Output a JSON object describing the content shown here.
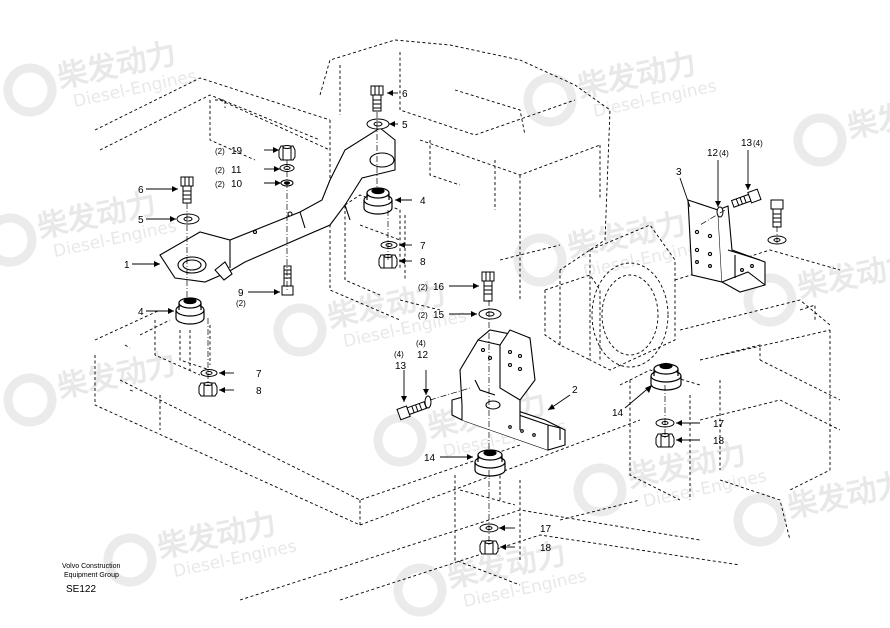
{
  "watermark": {
    "brand_cn": "柴发动力",
    "brand_en": "Diesel-Engines",
    "color": "#e6e6e6"
  },
  "footer": {
    "line1": "Volvo Construction",
    "line2": "Equipment Group",
    "code": "SE122"
  },
  "callouts": [
    {
      "id": "c6a",
      "num": "6",
      "qty": ""
    },
    {
      "id": "c5a",
      "num": "5",
      "qty": ""
    },
    {
      "id": "c19",
      "num": "19",
      "qty": "(2)"
    },
    {
      "id": "c11",
      "num": "11",
      "qty": "(2)"
    },
    {
      "id": "c10",
      "num": "10",
      "qty": "(2)"
    },
    {
      "id": "c6b",
      "num": "6",
      "qty": ""
    },
    {
      "id": "c5b",
      "num": "5",
      "qty": ""
    },
    {
      "id": "c1",
      "num": "1",
      "qty": ""
    },
    {
      "id": "c4a",
      "num": "4",
      "qty": ""
    },
    {
      "id": "c7a",
      "num": "7",
      "qty": ""
    },
    {
      "id": "c8a",
      "num": "8",
      "qty": ""
    },
    {
      "id": "c9",
      "num": "9",
      "qty": "(2)"
    },
    {
      "id": "c4b",
      "num": "4",
      "qty": ""
    },
    {
      "id": "c7b",
      "num": "7",
      "qty": ""
    },
    {
      "id": "c8b",
      "num": "8",
      "qty": ""
    },
    {
      "id": "c16",
      "num": "16",
      "qty": "(2)"
    },
    {
      "id": "c15",
      "num": "15",
      "qty": "(2)"
    },
    {
      "id": "c13a",
      "num": "13",
      "qty": "(4)"
    },
    {
      "id": "c12a",
      "num": "12",
      "qty": "(4)"
    },
    {
      "id": "c2",
      "num": "2",
      "qty": ""
    },
    {
      "id": "c14a",
      "num": "14",
      "qty": ""
    },
    {
      "id": "c17a",
      "num": "17",
      "qty": ""
    },
    {
      "id": "c18a",
      "num": "18",
      "qty": ""
    },
    {
      "id": "c3",
      "num": "3",
      "qty": ""
    },
    {
      "id": "c12b",
      "num": "12",
      "qty": "(4)"
    },
    {
      "id": "c13b",
      "num": "13",
      "qty": "(4)"
    },
    {
      "id": "c14b",
      "num": "14",
      "qty": ""
    },
    {
      "id": "c17b",
      "num": "17",
      "qty": ""
    },
    {
      "id": "c18b",
      "num": "18",
      "qty": ""
    }
  ]
}
